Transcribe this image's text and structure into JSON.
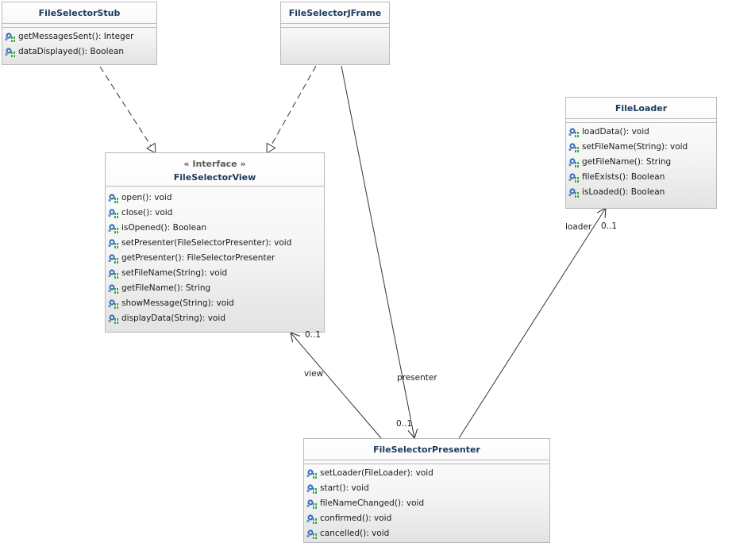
{
  "classes": {
    "stub": {
      "name": "FileSelectorStub",
      "operations": [
        "getMessagesSent(): Integer",
        "dataDisplayed(): Boolean"
      ]
    },
    "jframe": {
      "name": "FileSelectorJFrame"
    },
    "view": {
      "stereotype": "« Interface »",
      "name": "FileSelectorView",
      "operations": [
        "open(): void",
        "close(): void",
        "isOpened(): Boolean",
        "setPresenter(FileSelectorPresenter): void",
        "getPresenter(): FileSelectorPresenter",
        "setFileName(String): void",
        "getFileName(): String",
        "showMessage(String): void",
        "displayData(String): void"
      ]
    },
    "loader": {
      "name": "FileLoader",
      "operations": [
        "loadData(): void",
        "setFileName(String): void",
        "getFileName(): String",
        "fileExists(): Boolean",
        "isLoaded(): Boolean"
      ]
    },
    "presenter": {
      "name": "FileSelectorPresenter",
      "operations": [
        "setLoader(FileLoader): void",
        "start(): void",
        "fileNameChanged(): void",
        "confirmed(): void",
        "cancelled(): void"
      ]
    }
  },
  "associations": {
    "view": {
      "role": "view",
      "multiplicity": "0..1"
    },
    "presenter": {
      "role": "presenter",
      "multiplicity": "0..1"
    },
    "loader": {
      "role": "loader",
      "multiplicity": "0..1"
    }
  },
  "colors": {
    "border": "#b9b9b9",
    "class_name": "#1b3a5b",
    "icon_blue": "#3b73b9",
    "icon_green": "#2f9e3f"
  },
  "icon": "method-icon"
}
